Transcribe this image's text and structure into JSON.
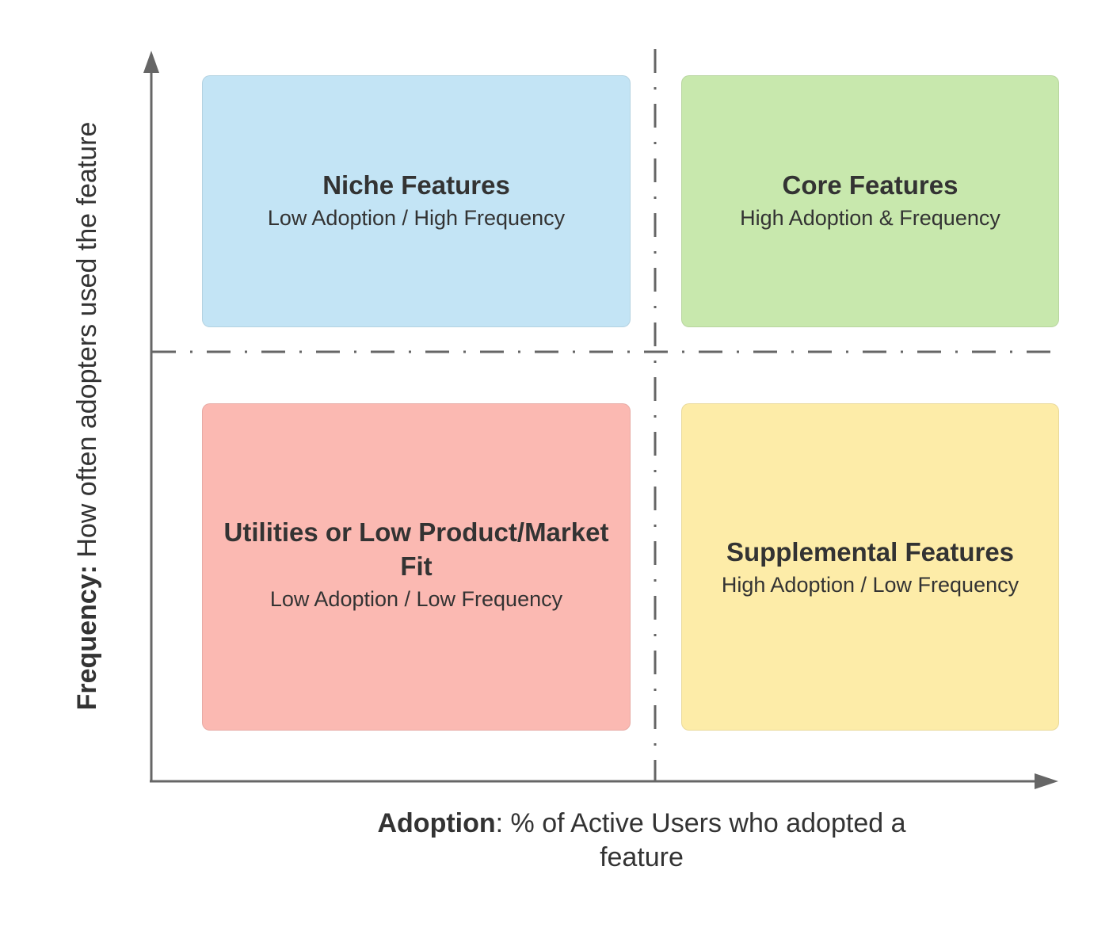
{
  "colors": {
    "axis": "#666666",
    "divider": "#666666",
    "niche": "#c3e4f5",
    "core": "#c8e8ad",
    "utilities": "#fbb9b2",
    "supplemental": "#fdeca8"
  },
  "quadrants": {
    "niche": {
      "title": "Niche Features",
      "subtitle": "Low Adoption / High Frequency"
    },
    "core": {
      "title": "Core Features",
      "subtitle": "High Adoption & Frequency"
    },
    "utilities": {
      "title": "Utilities or Low Product/Market Fit",
      "subtitle": "Low Adoption / Low Frequency"
    },
    "supplemental": {
      "title": "Supplemental Features",
      "subtitle": "High Adoption / Low Frequency"
    }
  },
  "axes": {
    "x": {
      "label_bold": "Adoption",
      "label_rest": ": % of Active Users who adopted a feature"
    },
    "y": {
      "label_bold": "Frequency:",
      "label_rest": " How often adopters used the feature"
    }
  }
}
